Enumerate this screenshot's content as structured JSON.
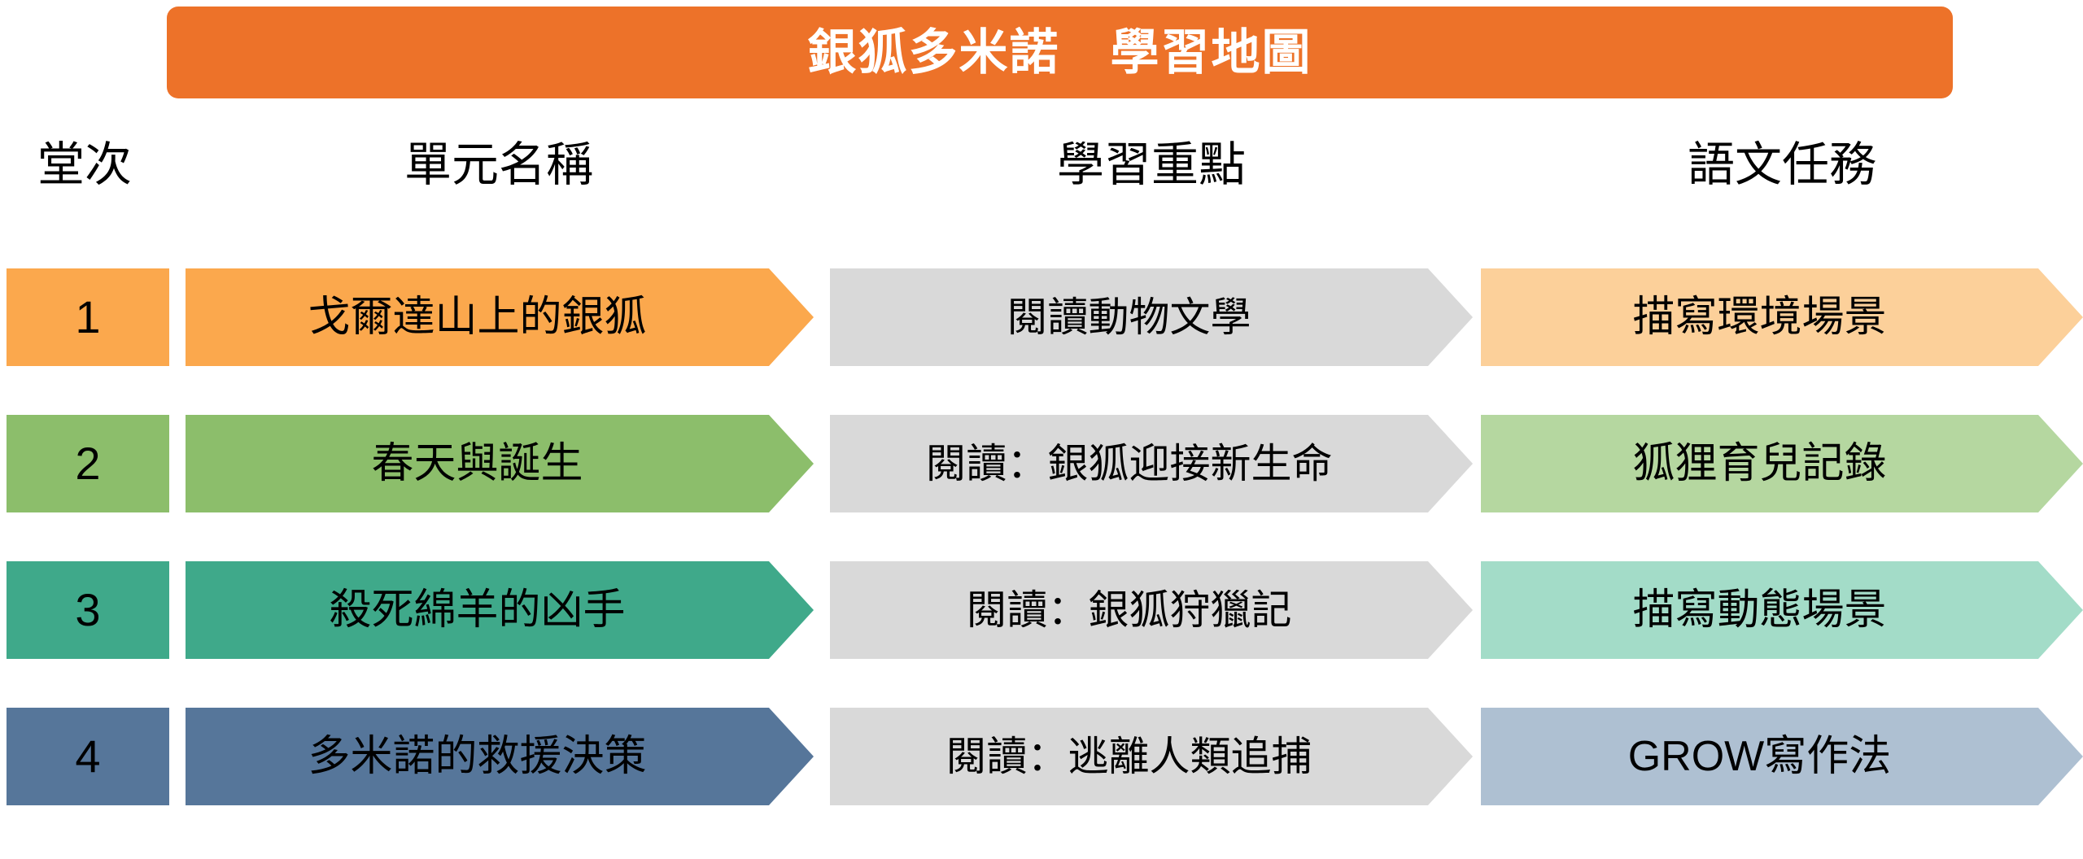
{
  "title": {
    "text": "銀狐多米諾　學習地圖",
    "background": "#ED7229",
    "color": "#FFFFFF"
  },
  "headers": [
    {
      "label": "堂次"
    },
    {
      "label": "單元名稱"
    },
    {
      "label": "學習重點"
    },
    {
      "label": "語文任務"
    }
  ],
  "palette": {
    "accent": "#ED7229",
    "row1_strong": "#FBA84D",
    "row1_light": "#FCD09A",
    "row2_strong": "#8CBE6B",
    "row2_light": "#B5D7A0",
    "row3_strong": "#3FA98A",
    "row3_light": "#A3DCC8",
    "row4_strong": "#56769A",
    "row4_light": "#AEC0D2",
    "neutral_grey": "#D9D9D9",
    "text": "#000000",
    "page_background": "#FFFFFF"
  },
  "rows": [
    {
      "number": "1",
      "unit": "戈爾達山上的銀狐",
      "focus": "閱讀動物文學",
      "task": "描寫環境場景",
      "strong_color": "#FBA84D",
      "light_color": "#FCD09A",
      "focus_color": "#D9D9D9"
    },
    {
      "number": "2",
      "unit": "春天與誕生",
      "focus": "閱讀：銀狐迎接新生命",
      "task": "狐狸育兒記錄",
      "strong_color": "#8CBE6B",
      "light_color": "#B5D7A0",
      "focus_color": "#D9D9D9"
    },
    {
      "number": "3",
      "unit": "殺死綿羊的凶手",
      "focus": "閱讀：銀狐狩獵記",
      "task": "描寫動態場景",
      "strong_color": "#3FA98A",
      "light_color": "#A3DCC8",
      "focus_color": "#D9D9D9"
    },
    {
      "number": "4",
      "unit": "多米諾的救援決策",
      "focus": "閱讀：逃離人類追捕",
      "task": "GROW寫作法",
      "strong_color": "#56769A",
      "light_color": "#AEC0D2",
      "focus_color": "#D9D9D9"
    }
  ]
}
